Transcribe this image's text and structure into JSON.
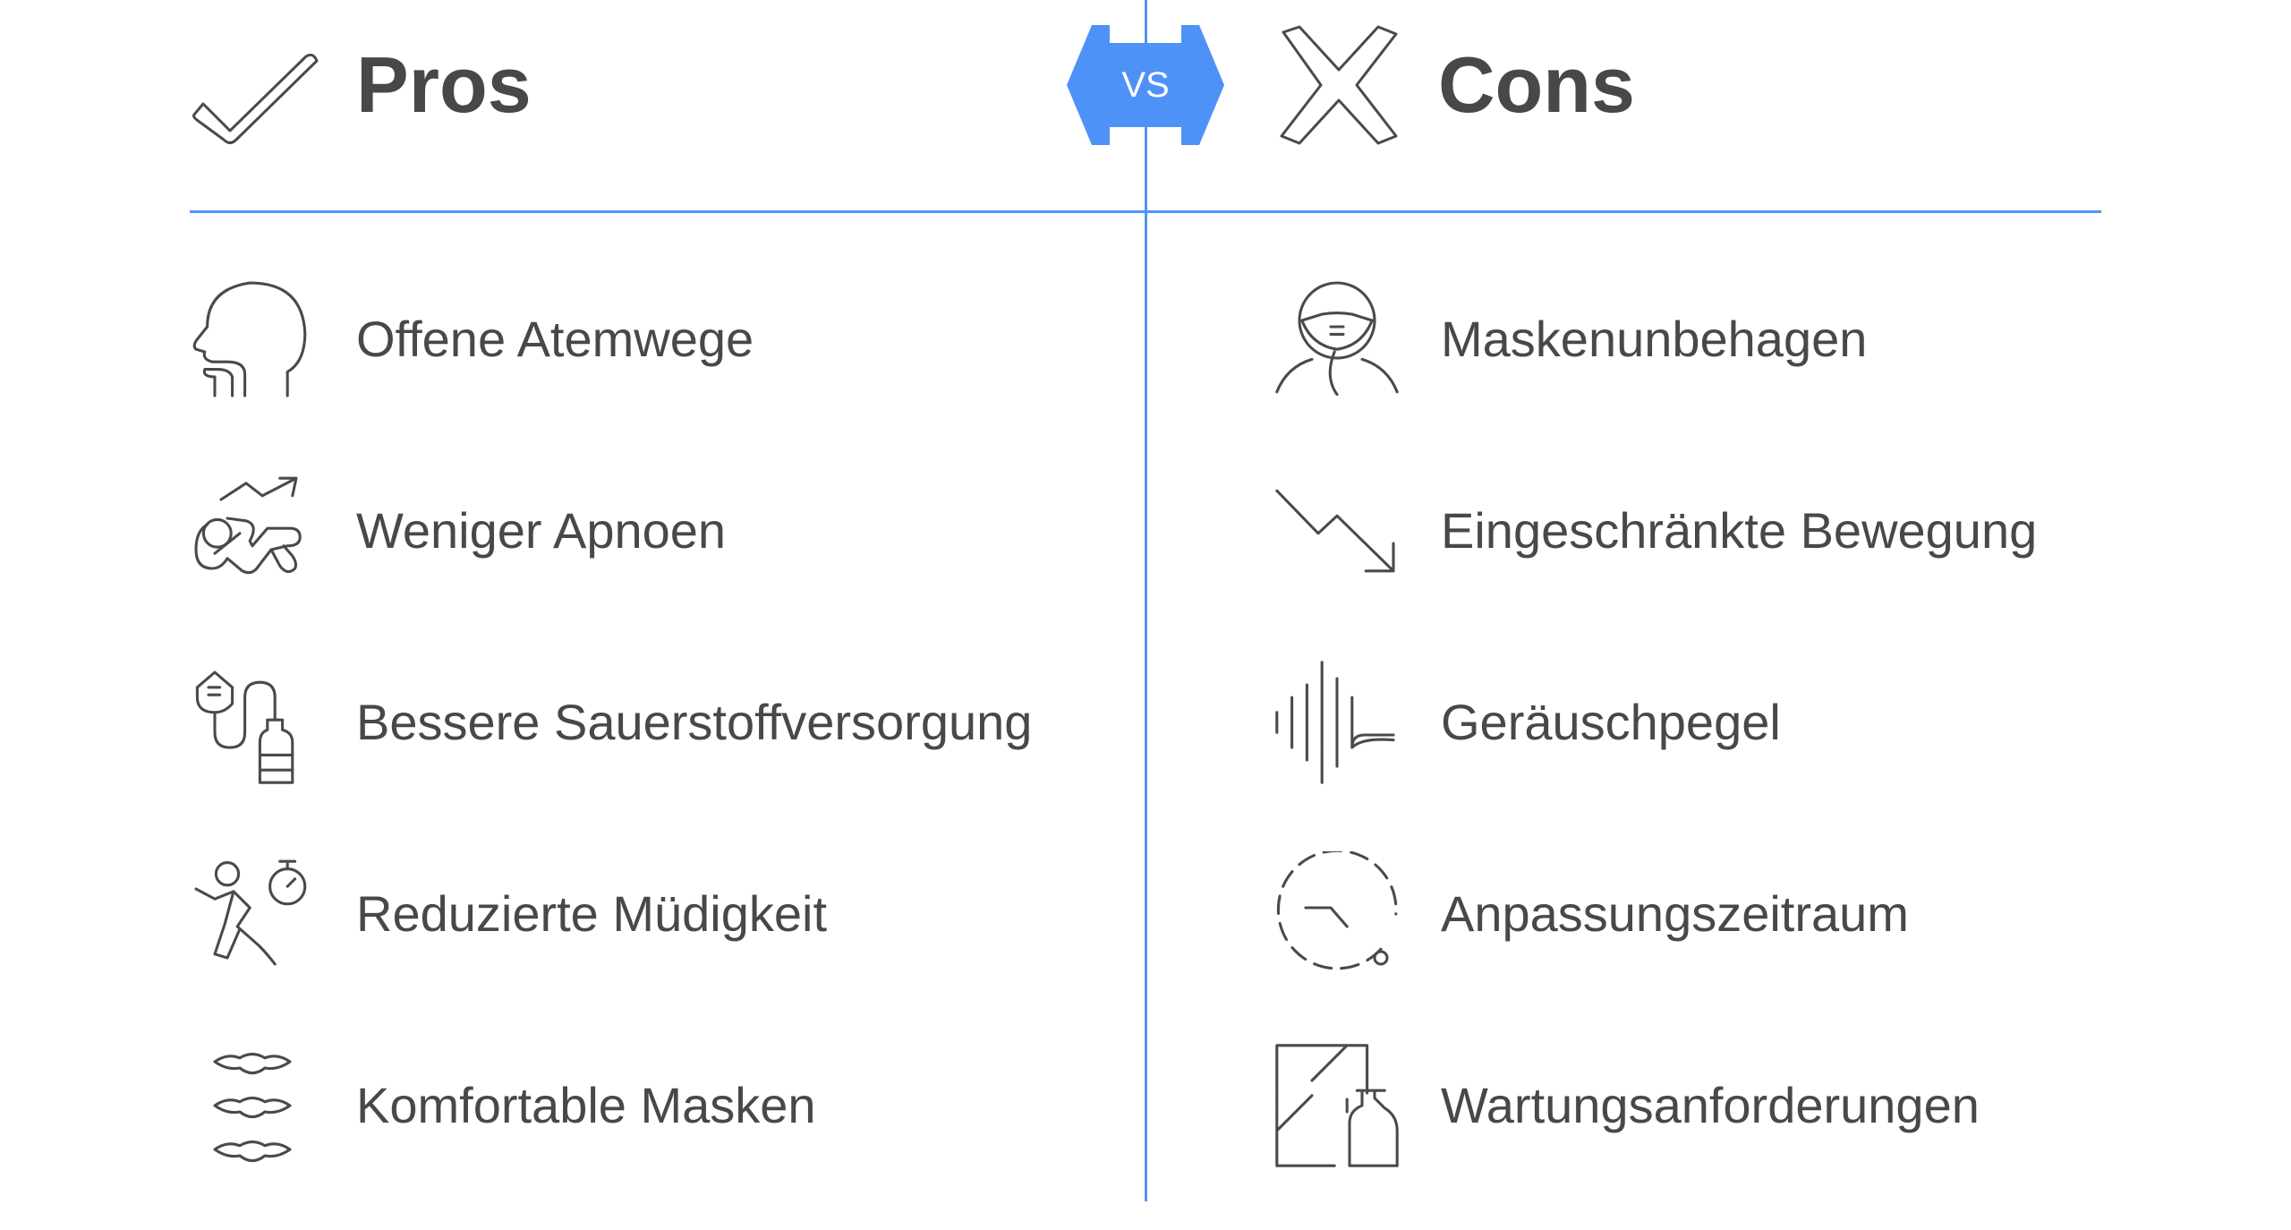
{
  "pros": {
    "title": "Pros",
    "items": [
      {
        "label": "Offene Atemwege",
        "icon": "head-airway-icon"
      },
      {
        "label": "Weniger Apnoen",
        "icon": "sleeping-person-trend-up-icon"
      },
      {
        "label": "Bessere Sauerstoffversorgung",
        "icon": "oxygen-mask-tank-icon"
      },
      {
        "label": "Reduzierte Müdigkeit",
        "icon": "running-person-stopwatch-icon"
      },
      {
        "label": "Komfortable Masken",
        "icon": "masks-stack-icon"
      }
    ]
  },
  "vs_label": "VS",
  "cons": {
    "title": "Cons",
    "items": [
      {
        "label": "Maskenunbehagen",
        "icon": "person-mask-icon"
      },
      {
        "label": "Eingeschränkte Bewegung",
        "icon": "trend-down-icon"
      },
      {
        "label": "Geräuschpegel",
        "icon": "sound-wave-icon"
      },
      {
        "label": "Anpassungszeitraum",
        "icon": "dashed-clock-icon"
      },
      {
        "label": "Wartungsanforderungen",
        "icon": "cleaning-spray-icon"
      }
    ]
  },
  "colors": {
    "accent": "#4f92f7",
    "text": "#484848"
  }
}
